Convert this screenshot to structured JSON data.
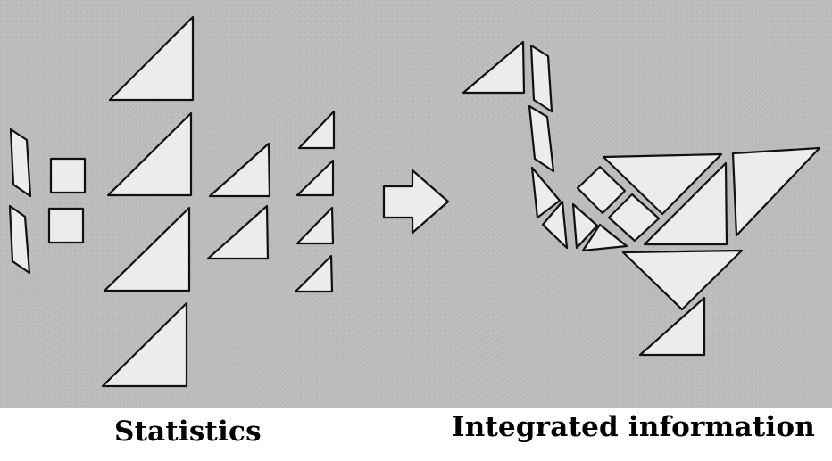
{
  "colors": {
    "panel_background": "#b9b9b9",
    "piece_fill": "#ececec",
    "outline": "#111111",
    "page_background": "#ffffff"
  },
  "left_panel": {
    "caption": "Statistics",
    "pieces": {
      "parallelograms": 2,
      "squares": 2,
      "large_triangles": 4,
      "medium_triangles": 2,
      "small_triangles": 4
    }
  },
  "arrow_icon": "right-arrow-icon",
  "right_panel": {
    "caption": "Integrated information",
    "figure": "tangram swan"
  }
}
